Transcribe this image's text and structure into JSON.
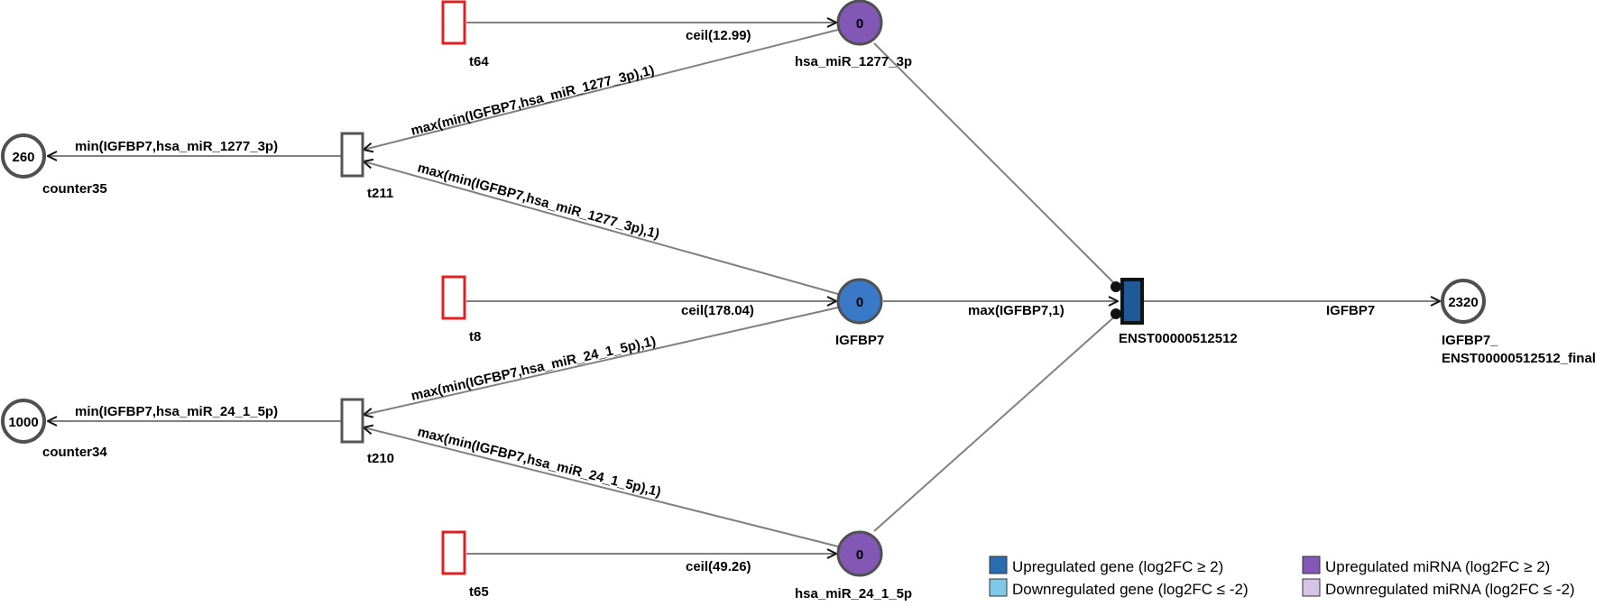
{
  "nodes": {
    "t64": {
      "label": "t64"
    },
    "t8": {
      "label": "t8"
    },
    "t65": {
      "label": "t65"
    },
    "t211": {
      "label": "t211"
    },
    "t210": {
      "label": "t210"
    },
    "mir1277": {
      "label": "hsa_miR_1277_3p",
      "tokens": "0"
    },
    "igfbp7": {
      "label": "IGFBP7",
      "tokens": "0"
    },
    "mir24": {
      "label": "hsa_miR_24_1_5p",
      "tokens": "0"
    },
    "counter35": {
      "label": "counter35",
      "tokens": "260"
    },
    "counter34": {
      "label": "counter34",
      "tokens": "1000"
    },
    "enst": {
      "label": "ENST00000512512"
    },
    "final": {
      "label_line1": "IGFBP7_",
      "label_line2": "ENST00000512512_final",
      "tokens": "2320"
    }
  },
  "edges": {
    "t64_mir1277": "ceil(12.99)",
    "t8_igfbp7": "ceil(178.04)",
    "t65_mir24": "ceil(49.26)",
    "mir1277_t211": "max(min(IGFBP7,hsa_miR_1277_3p),1)",
    "igfbp7_t211": "max(min(IGFBP7,hsa_miR_1277_3p),1)",
    "igfbp7_t210": "max(min(IGFBP7,hsa_miR_24_1_5p),1)",
    "mir24_t210": "max(min(IGFBP7,hsa_miR_24_1_5p),1)",
    "t211_counter35": "min(IGFBP7,hsa_miR_1277_3p)",
    "t210_counter34": "min(IGFBP7,hsa_miR_24_1_5p)",
    "igfbp7_enst": "max(IGFBP7,1)",
    "enst_final": "IGFBP7"
  },
  "legend": [
    {
      "label": "Upregulated gene (log2FC ≥ 2)",
      "color": "#2b6cb0"
    },
    {
      "label": "Downregulated gene (log2FC ≤ -2)",
      "color": "#7ec8e8"
    },
    {
      "label": "Upregulated miRNA (log2FC ≥ 2)",
      "color": "#8257b5"
    },
    {
      "label": "Downregulated miRNA (log2FC ≤ -2)",
      "color": "#d6c4e6"
    }
  ],
  "colors": {
    "gene_up": "#3a78c8",
    "mirna_up": "#8257b5",
    "transcript": "#1e5a9a",
    "source_transition": "#e02020",
    "edge": "#808080",
    "node_border": "#505050"
  }
}
